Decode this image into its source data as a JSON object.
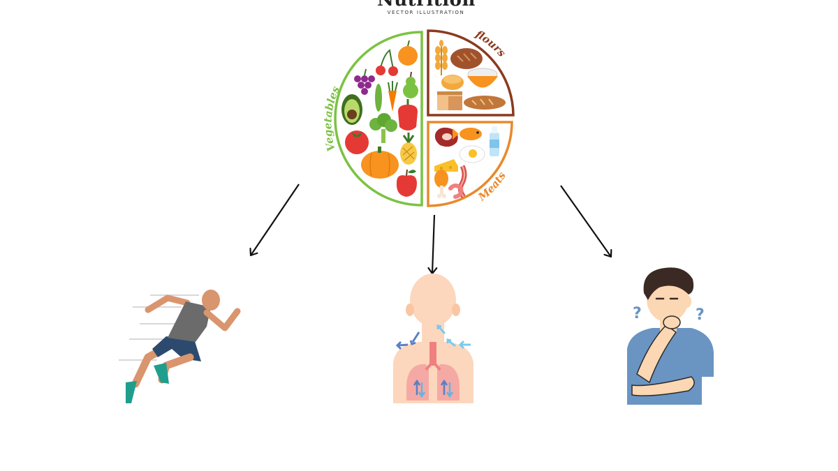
{
  "logo": {
    "title": "Nutrition",
    "subtitle": "VECTOR ILLUSTRATION"
  },
  "plate": {
    "sections": [
      {
        "label": "Vegetables",
        "color": "#7cc242"
      },
      {
        "label": "flours",
        "color": "#8b3a1e"
      },
      {
        "label": "Meats",
        "color": "#e8892b"
      }
    ]
  },
  "icons": [
    "runner-icon",
    "lungs-icon",
    "thinking-person-icon"
  ],
  "arrow_color": "#111111"
}
